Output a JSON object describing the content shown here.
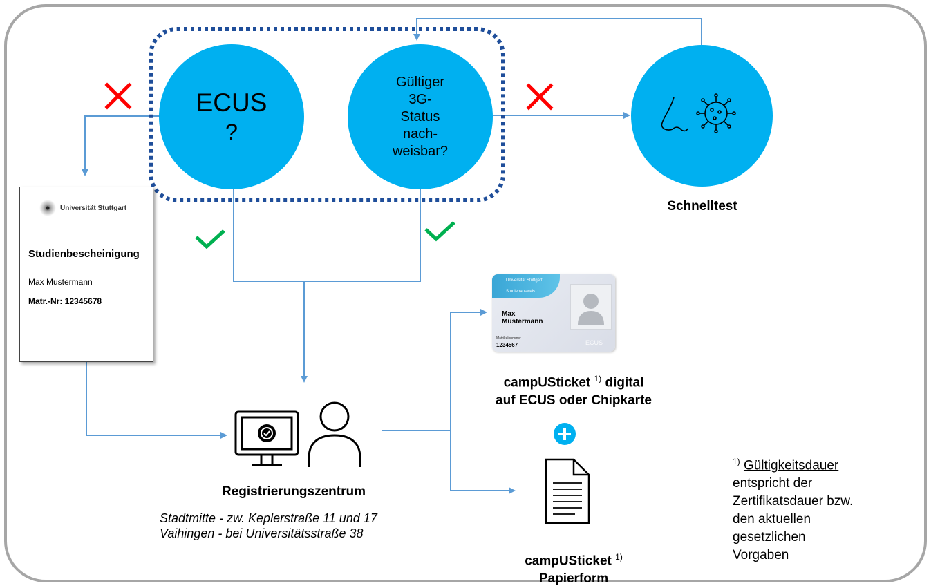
{
  "colors": {
    "circle_fill": "#00b0f0",
    "arrow": "#5b9bd5",
    "dotted_group": "#1f4e9a",
    "cross": "#ff0000",
    "check": "#00b050",
    "frame": "#a6a6a6"
  },
  "nodes": {
    "ecus": {
      "line1": "ECUS",
      "line2": "?"
    },
    "status": {
      "text": "Gültiger\n3G-\nStatus\nnach-\nweisbar?"
    },
    "schnelltest": {
      "label": "Schnelltest",
      "icons": [
        "nose-icon",
        "virus-icon"
      ]
    }
  },
  "document": {
    "university": "Universität Stuttgart",
    "heading": "Studienbescheinigung",
    "name": "Max Mustermann",
    "matrikel": "Matr.-Nr: 12345678"
  },
  "card": {
    "university": "Universität Stuttgart",
    "kind": "Studienausweis",
    "first_name": "Max",
    "last_name": "Mustermann",
    "matrikel_label": "Matrikelnummer",
    "matrikel": "1234567",
    "brand": "ECUS"
  },
  "registrierung": {
    "label": "Registrierungszentrum",
    "address1": "Stadtmitte  - zw. Keplerstraße 11 und 17",
    "address2": "Vaihingen  - bei Universitätsstraße 38"
  },
  "tickets": {
    "digital_line1": "campUSticket",
    "digital_sup": "1)",
    "digital_word": "digital",
    "digital_line2": "auf ECUS oder Chipkarte",
    "paper_line1": "campUSticket",
    "paper_sup": "1)",
    "paper_line2": "Papierform"
  },
  "footnote": {
    "marker": "1)",
    "underlined": "Gültigkeitsdauer",
    "lines": [
      "entspricht der",
      "Zertifikatsdauer bzw.",
      "den aktuellen",
      "gesetzlichen",
      "Vorgaben"
    ]
  }
}
